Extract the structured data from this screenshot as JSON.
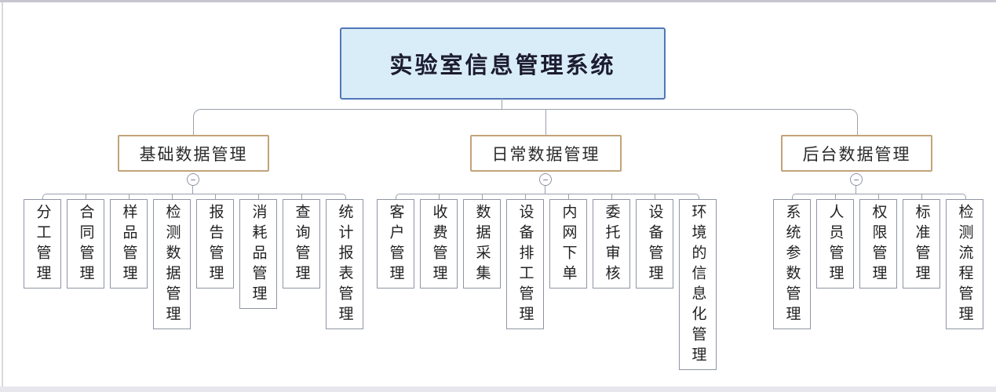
{
  "root": {
    "title": "实验室信息管理系统"
  },
  "branches": [
    {
      "label": "基础数据管理",
      "children": [
        "分工管理",
        "合同管理",
        "样品管理",
        "检测数据管理",
        "报告管理",
        "消耗品管理",
        "查询管理",
        "统计报表管理"
      ]
    },
    {
      "label": "日常数据管理",
      "children": [
        "客户管理",
        "收费管理",
        "数据采集",
        "设备排工管理",
        "内网下单",
        "委托审核",
        "设备管理",
        "环境的信息化管理"
      ]
    },
    {
      "label": "后台数据管理",
      "children": [
        "系统参数管理",
        "人员管理",
        "权限管理",
        "标准管理",
        "检测流程管理"
      ]
    }
  ],
  "expander": {
    "symbol": "−"
  },
  "colors": {
    "root_fill": "#d9edf8",
    "root_border": "#5277b8",
    "branch_border": "#c2a379",
    "leaf_border": "#8f95a3",
    "connector": "#9aa0ab"
  }
}
